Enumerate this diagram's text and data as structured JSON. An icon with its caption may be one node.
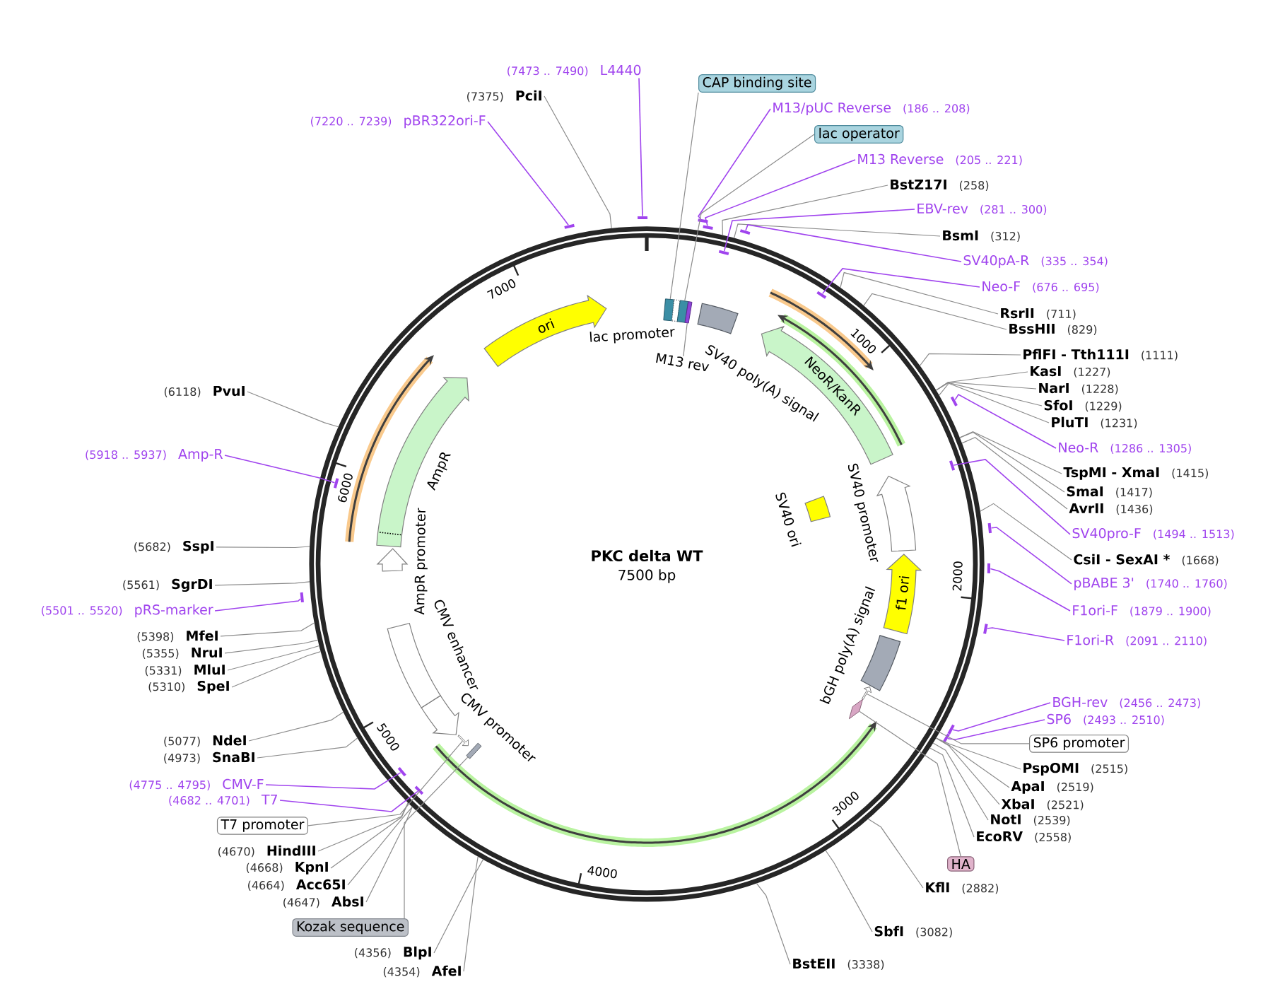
{
  "diagram": {
    "nodes": [
      {
        "text": [
          "PKC delta WT",
          "7500 bp"
        ]
      },
      {
        "text": [],
        "shape": "box",
        "in": 0
      },
      {
        "text": [
          "lac promoter"
        ],
        "in": 0
      },
      {
        "text": [],
        "shape": "box",
        "in": 0
      },
      {
        "text": [
          "M13 rev"
        ],
        "in": 0
      },
      {
        "text": [
          "SV40 poly(A) signal"
        ],
        "in": 0
      },
      {
        "text": [
          "NeoR/KanR"
        ],
        "in": 0
      },
      {
        "text": [
          "SV40 ori"
        ],
        "in": 0
      },
      {
        "text": [
          "SV40 promoter"
        ],
        "in": 0
      },
      {
        "text": [
          "f1 ori"
        ],
        "in": 0
      },
      {
        "text": [
          "bGH poly(A) signal"
        ],
        "in": 0
      },
      {
        "text": [],
        "shape": "arrow",
        "in": 0
      },
      {
        "text": [],
        "shape": "diamond",
        "in": 0
      },
      {
        "text": [],
        "shape": "box",
        "in": 0
      },
      {
        "text": [],
        "shape": "arrow",
        "in": 0
      },
      {
        "text": [
          "CMV promoter"
        ],
        "in": 0
      },
      {
        "text": [
          "CMV enhancer"
        ],
        "in": 0
      },
      {
        "text": [
          "AmpR promoter"
        ],
        "in": 0
      },
      {
        "text": [
          "AmpR"
        ],
        "in": 0
      },
      {
        "text": [
          "ori"
        ],
        "in": 0
      },
      {
        "text": [
          "CAP binding site"
        ]
      },
      {
        "text": [
          "M13/pUC Reverse",
          "(186 .. 208)"
        ]
      },
      {
        "text": [],
        "shape": "bar"
      },
      {
        "text": [
          "lac operator"
        ]
      },
      {
        "text": [
          "M13 Reverse",
          "(205 .. 221)"
        ]
      },
      {
        "text": [],
        "shape": "bar"
      },
      {
        "text": [
          "BstZ17I",
          "(258)"
        ]
      },
      {
        "text": [
          "EBV-rev",
          "(281 .. 300)"
        ]
      },
      {
        "text": [],
        "shape": "bar",
        "in": 0
      },
      {
        "text": [
          "BsmI",
          "(312)"
        ]
      },
      {
        "text": [
          "SV40pA-R",
          "(335 .. 354)"
        ]
      },
      {
        "text": [],
        "shape": "bar"
      },
      {
        "text": [
          "Neo-F",
          "(676 .. 695)"
        ]
      },
      {
        "text": [],
        "shape": "bar",
        "in": 0
      },
      {
        "text": [
          "RsrII",
          "(711)"
        ]
      },
      {
        "text": [
          "BssHII",
          "(829)"
        ]
      },
      {
        "text": [
          "PflFI - Tth111I",
          "(1111)"
        ]
      },
      {
        "text": [
          "KasI",
          "(1227)"
        ]
      },
      {
        "text": [
          "NarI",
          "(1228)"
        ]
      },
      {
        "text": [
          "SfoI",
          "(1229)"
        ]
      },
      {
        "text": [
          "PluTI",
          "(1231)"
        ]
      },
      {
        "text": [
          "Neo-R",
          "(1286 .. 1305)"
        ]
      },
      {
        "text": [],
        "shape": "bar"
      },
      {
        "text": [
          "TspMI - XmaI",
          "(1415)"
        ]
      },
      {
        "text": [
          "SmaI",
          "(1417)"
        ]
      },
      {
        "text": [
          "AvrII",
          "(1436)"
        ]
      },
      {
        "text": [
          "SV40pro-F",
          "(1494 .. 1513)"
        ]
      },
      {
        "text": [],
        "shape": "bar",
        "in": 0
      },
      {
        "text": [
          "CsiI - SexAI *",
          "(1668)"
        ]
      },
      {
        "text": [
          "pBABE 3'",
          "(1740 .. 1760)"
        ]
      },
      {
        "text": [],
        "shape": "bar"
      },
      {
        "text": [
          "F1ori-F",
          "(1879 .. 1900)"
        ]
      },
      {
        "text": [],
        "shape": "bar"
      },
      {
        "text": [
          "F1ori-R",
          "(2091 .. 2110)"
        ]
      },
      {
        "text": [],
        "shape": "bar"
      },
      {
        "text": [
          "BGH-rev",
          "(2456 .. 2473)"
        ]
      },
      {
        "text": [],
        "shape": "bar"
      },
      {
        "text": [
          "SP6",
          "(2493 .. 2510)"
        ]
      },
      {
        "text": [],
        "shape": "bar"
      },
      {
        "text": [
          "SP6 promoter"
        ]
      },
      {
        "text": [
          "PspOMI",
          "(2515)"
        ]
      },
      {
        "text": [
          "ApaI",
          "(2519)"
        ]
      },
      {
        "text": [
          "XbaI",
          "(2521)"
        ]
      },
      {
        "text": [
          "NotI",
          "(2539)"
        ]
      },
      {
        "text": [
          "EcoRV",
          "(2558)"
        ]
      },
      {
        "text": [
          "HA"
        ]
      },
      {
        "text": [
          "KflI",
          "(2882)"
        ]
      },
      {
        "text": [
          "SbfI",
          "(3082)"
        ]
      },
      {
        "text": [
          "BstEII",
          "(3338)"
        ]
      },
      {
        "text": [
          "(4354)",
          "AfeI"
        ]
      },
      {
        "text": [
          "(4356)",
          "BlpI"
        ]
      },
      {
        "text": [
          "Kozak sequence"
        ]
      },
      {
        "text": [
          "(4647)",
          "AbsI"
        ]
      },
      {
        "text": [
          "(4664)",
          "Acc65I"
        ]
      },
      {
        "text": [
          "(4668)",
          "KpnI"
        ]
      },
      {
        "text": [
          "(4670)",
          "HindIII"
        ]
      },
      {
        "text": [
          "T7 promoter"
        ]
      },
      {
        "text": [
          "(4682 .. 4701)",
          "T7"
        ]
      },
      {
        "text": [],
        "shape": "bar",
        "in": 0
      },
      {
        "text": [
          "(4775 .. 4795)",
          "CMV-F"
        ]
      },
      {
        "text": [],
        "shape": "bar",
        "in": 0
      },
      {
        "text": [
          "(4973)",
          "SnaBI"
        ]
      },
      {
        "text": [
          "(5077)",
          "NdeI"
        ]
      },
      {
        "text": [
          "(5310)",
          "SpeI"
        ]
      },
      {
        "text": [
          "(5331)",
          "MluI"
        ]
      },
      {
        "text": [
          "(5355)",
          "NruI"
        ]
      },
      {
        "text": [
          "(5398)",
          "MfeI"
        ]
      },
      {
        "text": [
          "(5501 .. 5520)",
          "pRS-marker"
        ]
      },
      {
        "text": [],
        "shape": "bar"
      },
      {
        "text": [
          "(5561)",
          "SgrDI"
        ]
      },
      {
        "text": [
          "(5682)",
          "SspI"
        ]
      },
      {
        "text": [
          "(5918 .. 5937)",
          "Amp-R"
        ]
      },
      {
        "text": [],
        "shape": "bar",
        "in": 0
      },
      {
        "text": [
          "(6118)",
          "PvuI"
        ]
      },
      {
        "text": [
          "(7220 .. 7239)",
          "pBR322ori-F"
        ]
      },
      {
        "text": [],
        "shape": "bar"
      },
      {
        "text": [
          "(7375)",
          "PciI"
        ]
      },
      {
        "text": [
          "(7473 .. 7490)",
          "L4440"
        ]
      },
      {
        "text": [],
        "shape": "bar"
      },
      {
        "text": [],
        "shape": "box",
        "in": 0
      }
    ],
    "edges": [
      {
        "from": 20,
        "to": 1,
        "arrow": "none"
      },
      {
        "from": 21,
        "to": 22,
        "arrow": "none",
        "color": "#a044ee"
      },
      {
        "from": 23,
        "to": 3,
        "arrow": "none"
      },
      {
        "from": 24,
        "to": 25,
        "arrow": "none",
        "color": "#a044ee"
      },
      {
        "from": 26,
        "to": 0,
        "arrow": "none"
      },
      {
        "from": 27,
        "to": 28,
        "arrow": "none",
        "color": "#a044ee"
      },
      {
        "from": 29,
        "to": 0,
        "arrow": "none"
      },
      {
        "from": 30,
        "to": 31,
        "arrow": "none",
        "color": "#a044ee"
      },
      {
        "from": 32,
        "to": 33,
        "arrow": "none",
        "color": "#a044ee"
      },
      {
        "from": 34,
        "to": 0,
        "arrow": "none"
      },
      {
        "from": 35,
        "to": 0,
        "arrow": "none"
      },
      {
        "from": 36,
        "to": 0,
        "arrow": "none"
      },
      {
        "from": 37,
        "to": 0,
        "arrow": "none"
      },
      {
        "from": 38,
        "to": 0,
        "arrow": "none"
      },
      {
        "from": 39,
        "to": 0,
        "arrow": "none"
      },
      {
        "from": 40,
        "to": 0,
        "arrow": "none"
      },
      {
        "from": 41,
        "to": 42,
        "arrow": "none",
        "color": "#a044ee"
      },
      {
        "from": 43,
        "to": 0,
        "arrow": "none"
      },
      {
        "from": 44,
        "to": 0,
        "arrow": "none"
      },
      {
        "from": 45,
        "to": 0,
        "arrow": "none"
      },
      {
        "from": 46,
        "to": 47,
        "arrow": "none",
        "color": "#a044ee"
      },
      {
        "from": 48,
        "to": 0,
        "arrow": "none"
      },
      {
        "from": 49,
        "to": 50,
        "arrow": "none",
        "color": "#a044ee"
      },
      {
        "from": 51,
        "to": 52,
        "arrow": "none",
        "color": "#a044ee"
      },
      {
        "from": 53,
        "to": 54,
        "arrow": "none",
        "color": "#a044ee"
      },
      {
        "from": 55,
        "to": 56,
        "arrow": "none",
        "color": "#a044ee"
      },
      {
        "from": 57,
        "to": 58,
        "arrow": "none",
        "color": "#a044ee"
      },
      {
        "from": 59,
        "to": 11,
        "arrow": "none"
      },
      {
        "from": 60,
        "to": 0,
        "arrow": "none"
      },
      {
        "from": 61,
        "to": 0,
        "arrow": "none"
      },
      {
        "from": 62,
        "to": 0,
        "arrow": "none"
      },
      {
        "from": 63,
        "to": 0,
        "arrow": "none"
      },
      {
        "from": 64,
        "to": 0,
        "arrow": "none"
      },
      {
        "from": 65,
        "to": 12,
        "arrow": "none"
      },
      {
        "from": 66,
        "to": 0,
        "arrow": "none"
      },
      {
        "from": 67,
        "to": 0,
        "arrow": "none"
      },
      {
        "from": 68,
        "to": 0,
        "arrow": "none"
      },
      {
        "from": 69,
        "to": 0,
        "arrow": "none"
      },
      {
        "from": 70,
        "to": 0,
        "arrow": "none"
      },
      {
        "from": 71,
        "to": 13,
        "arrow": "none"
      },
      {
        "from": 72,
        "to": 0,
        "arrow": "none"
      },
      {
        "from": 73,
        "to": 0,
        "arrow": "none"
      },
      {
        "from": 74,
        "to": 0,
        "arrow": "none"
      },
      {
        "from": 75,
        "to": 0,
        "arrow": "none"
      },
      {
        "from": 76,
        "to": 14,
        "arrow": "none"
      },
      {
        "from": 77,
        "to": 78,
        "arrow": "none",
        "color": "#a044ee"
      },
      {
        "from": 79,
        "to": 80,
        "arrow": "none",
        "color": "#a044ee"
      },
      {
        "from": 81,
        "to": 0,
        "arrow": "none"
      },
      {
        "from": 82,
        "to": 0,
        "arrow": "none"
      },
      {
        "from": 83,
        "to": 0,
        "arrow": "none"
      },
      {
        "from": 84,
        "to": 0,
        "arrow": "none"
      },
      {
        "from": 85,
        "to": 0,
        "arrow": "none"
      },
      {
        "from": 86,
        "to": 0,
        "arrow": "none"
      },
      {
        "from": 87,
        "to": 88,
        "arrow": "none",
        "color": "#a044ee"
      },
      {
        "from": 89,
        "to": 0,
        "arrow": "none"
      },
      {
        "from": 90,
        "to": 0,
        "arrow": "none"
      },
      {
        "from": 91,
        "to": 92,
        "arrow": "none",
        "color": "#a044ee"
      },
      {
        "from": 93,
        "to": 0,
        "arrow": "none"
      },
      {
        "from": 94,
        "to": 95,
        "arrow": "none",
        "color": "#a044ee"
      },
      {
        "from": 96,
        "to": 0,
        "arrow": "none"
      },
      {
        "from": 97,
        "to": 98,
        "arrow": "none",
        "color": "#a044ee"
      },
      {
        "from": 4,
        "to": 99,
        "arrow": "none"
      }
    ],
    "labels": [
      "1000",
      "2000",
      "3000",
      "4000",
      "5000",
      "6000",
      "7000"
    ]
  }
}
